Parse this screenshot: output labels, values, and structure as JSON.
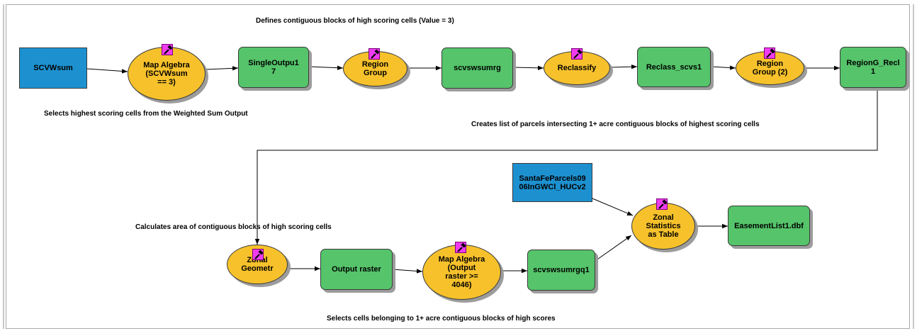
{
  "diagram": {
    "annotations": {
      "top": "Defines contiguous blocks of high scoring cells (Value = 3)",
      "selects_highest": "Selects highest scoring cells from the Weighted Sum Output",
      "creates_list": "Creates list of parcels intersecting 1+ acre contiguous blocks of highest scoring cells",
      "calculates_area": "Calculates area of contiguous blocks of high scoring cells",
      "selects_cells": "Selects cells belonging to 1+ acre contiguous blocks of high scores"
    },
    "nodes": {
      "scvwsum": "SCVWsum",
      "map_algebra_1": "Map Algebra\n(SCVWsum\n== 3)",
      "singleoutput": "SingleOutpu1\n7",
      "region_group_1": "Region\nGroup",
      "scvswsumrg": "scvswsumrg",
      "reclassify": "Reclassify",
      "reclass_scvs1": "Reclass_scvs1",
      "region_group_2": "Region\nGroup (2)",
      "regiong_recl": "RegionG_Recl\n1",
      "santafe_parcels": "SantaFeParcels09\n06InGWCl_HUCv2",
      "zonal_statistics": "Zonal\nStatistics\nas Table",
      "easement_list": "EasementList1.dbf",
      "zonal_geometry": "Zonal\nGeometr",
      "output_raster": "Output raster",
      "map_algebra_2": "Map Algebra\n(Output\nraster >=\n4046)",
      "scvswsumrgq1": "scvswsumrgq1"
    },
    "colors": {
      "input_data": "#1d91d0",
      "derived_data": "#55c46a",
      "tool": "#f6c12b",
      "tool_badge": "#f03cf0",
      "connector": "#000000"
    },
    "icons": {
      "tool_badge": "hammer-icon"
    }
  }
}
